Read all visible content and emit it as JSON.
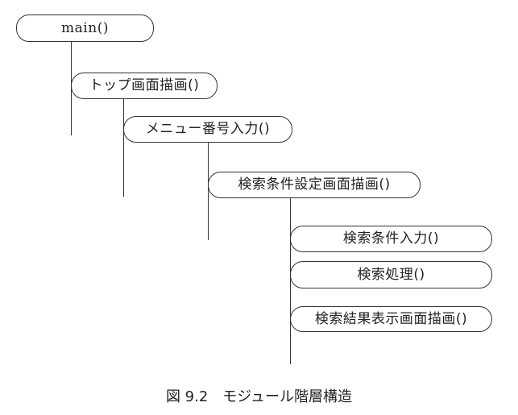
{
  "diagram": {
    "nodes": [
      {
        "id": "main",
        "label": "main()"
      },
      {
        "id": "top",
        "label": "トップ画面描画()"
      },
      {
        "id": "menu",
        "label": "メニュー番号入力()"
      },
      {
        "id": "search_setup",
        "label": "検索条件設定画面描画()"
      },
      {
        "id": "search_input",
        "label": "検索条件入力()"
      },
      {
        "id": "search_process",
        "label": "検索処理()"
      },
      {
        "id": "search_result",
        "label": "検索結果表示画面描画()"
      }
    ],
    "edges": [
      {
        "from": "main",
        "to": "top"
      },
      {
        "from": "top",
        "to": "menu"
      },
      {
        "from": "menu",
        "to": "search_setup"
      },
      {
        "from": "search_setup",
        "to": "search_input"
      },
      {
        "from": "search_setup",
        "to": "search_process"
      },
      {
        "from": "search_setup",
        "to": "search_result"
      }
    ]
  },
  "caption": "図 9.2　モジュール階層構造"
}
